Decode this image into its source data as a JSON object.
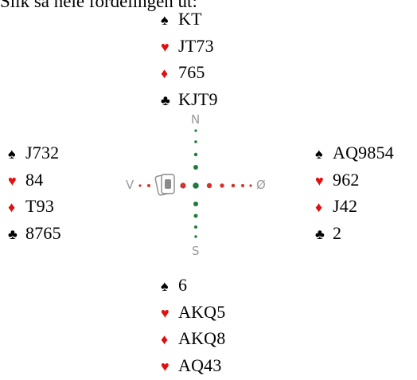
{
  "caption": "Slik så hele fordelingen ut:",
  "colors": {
    "red_suit": "#e01010",
    "black_suit": "#000000",
    "ns_dots": "#1f7a3e",
    "ew_dots": "#d0342c",
    "compass_label": "#9a9a9a"
  },
  "suit_symbols": {
    "spades": "♠",
    "hearts": "♥",
    "diamonds": "♦",
    "clubs": "♣"
  },
  "compass": {
    "north": "N",
    "south": "S",
    "west": "V",
    "east": "Ø",
    "icon": "card-table-icon"
  },
  "hands": {
    "north": [
      {
        "suit": "♠",
        "color": "black",
        "cards": "KT"
      },
      {
        "suit": "♥",
        "color": "red",
        "cards": "JT73"
      },
      {
        "suit": "♦",
        "color": "red",
        "cards": "765"
      },
      {
        "suit": "♣",
        "color": "black",
        "cards": "KJT9"
      }
    ],
    "west": [
      {
        "suit": "♠",
        "color": "black",
        "cards": "J732"
      },
      {
        "suit": "♥",
        "color": "red",
        "cards": "84"
      },
      {
        "suit": "♦",
        "color": "red",
        "cards": "T93"
      },
      {
        "suit": "♣",
        "color": "black",
        "cards": "8765"
      }
    ],
    "east": [
      {
        "suit": "♠",
        "color": "black",
        "cards": "AQ9854"
      },
      {
        "suit": "♥",
        "color": "red",
        "cards": "962"
      },
      {
        "suit": "♦",
        "color": "red",
        "cards": "J42"
      },
      {
        "suit": "♣",
        "color": "black",
        "cards": "2"
      }
    ],
    "south": [
      {
        "suit": "♠",
        "color": "black",
        "cards": "6"
      },
      {
        "suit": "♥",
        "color": "red",
        "cards": "AKQ5"
      },
      {
        "suit": "♦",
        "color": "red",
        "cards": "AKQ8"
      },
      {
        "suit": "♥",
        "color": "red",
        "cards": "AQ43"
      }
    ]
  }
}
